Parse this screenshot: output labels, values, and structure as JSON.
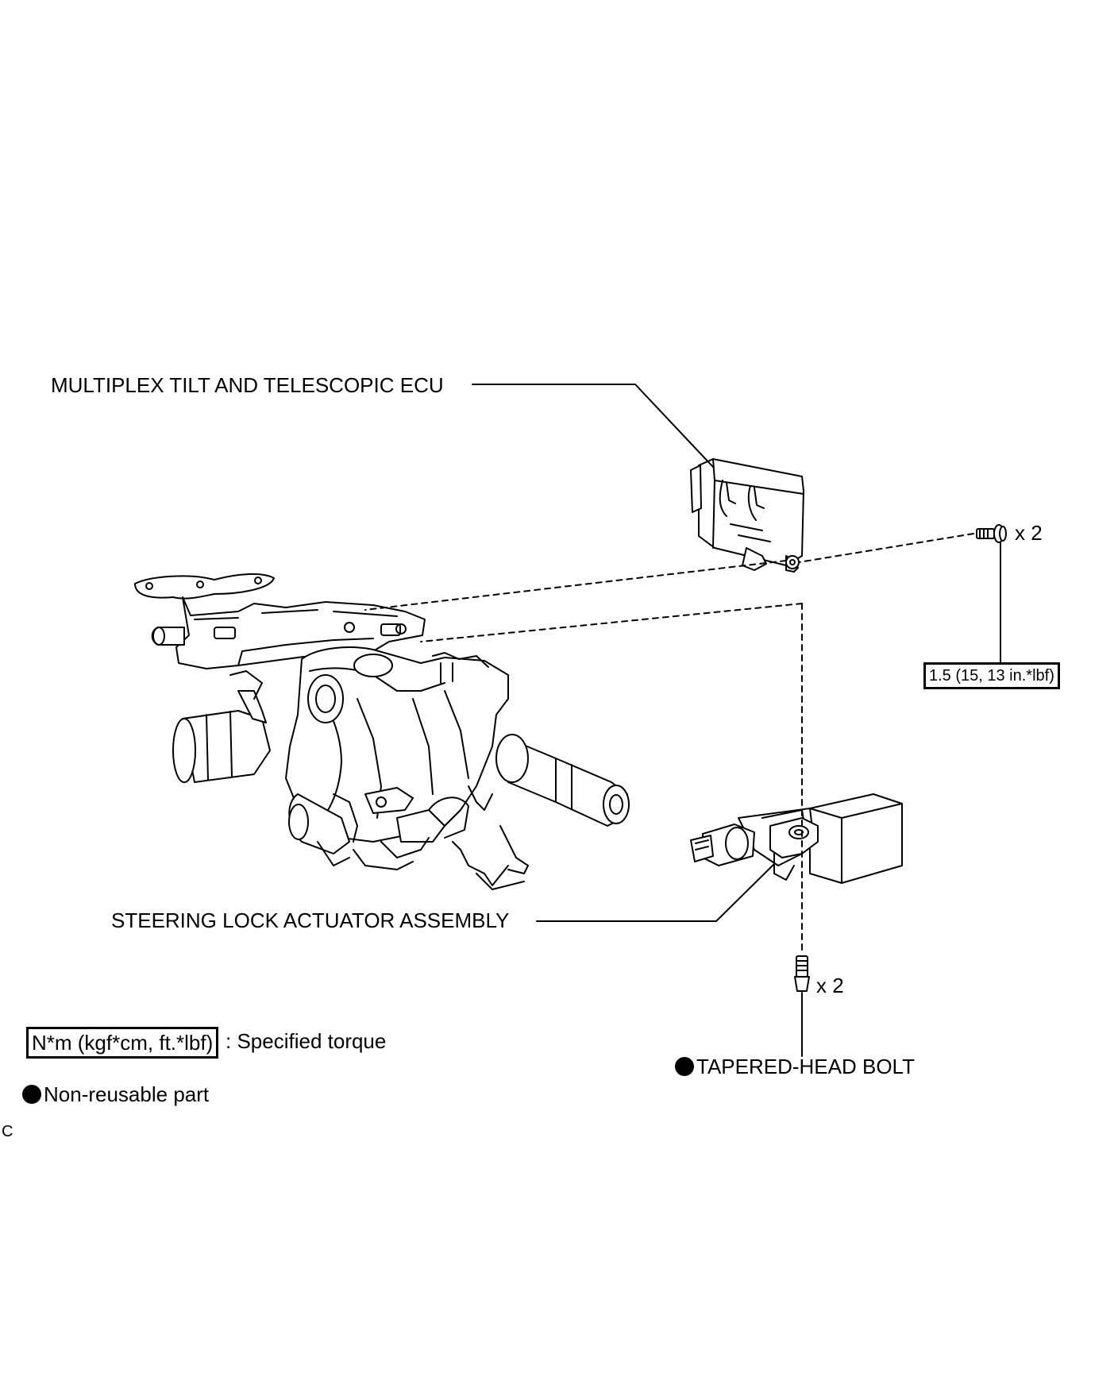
{
  "labels": {
    "ecu": "MULTIPLEX TILT AND TELESCOPIC ECU",
    "actuator": "STEERING LOCK ACTUATOR ASSEMBLY",
    "bolt": "TAPERED-HEAD BOLT",
    "qty_top": "x 2",
    "qty_bottom": "x 2",
    "torque_value": "1.5 (15, 13 in.*lbf)"
  },
  "legend": {
    "torque_box": "N*m (kgf*cm, ft.*lbf)",
    "torque_text": ": Specified torque",
    "nonreusable_text": "Non-reusable part"
  },
  "figure_code": "C",
  "icons": {
    "bolt": "bolt-icon",
    "tapered_bolt": "tapered-bolt-icon",
    "nonreusable": "filled-circle-icon"
  }
}
